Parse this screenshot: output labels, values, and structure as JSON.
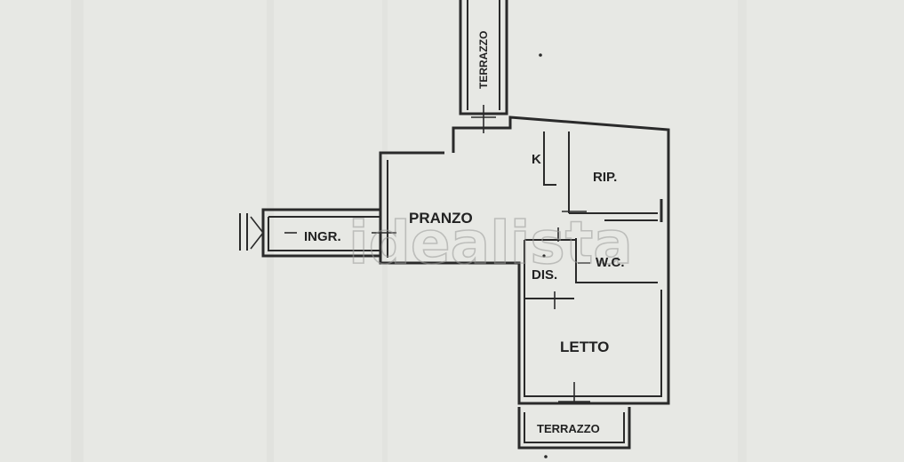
{
  "plan": {
    "rooms": {
      "terrazzo_top": "TERRAZZO",
      "kitchen": "K",
      "ripostiglio": "RIP.",
      "pranzo": "PRANZO",
      "ingresso": "INGR.",
      "disimpegno": "DIS.",
      "wc": "W.C.",
      "letto": "LETTO",
      "terrazzo_bottom": "TERRAZZO"
    },
    "watermark": "idealista"
  },
  "colors": {
    "paper": "#e7e8e4",
    "ink": "#2a2a2a",
    "watermark": "#9a9a98"
  }
}
